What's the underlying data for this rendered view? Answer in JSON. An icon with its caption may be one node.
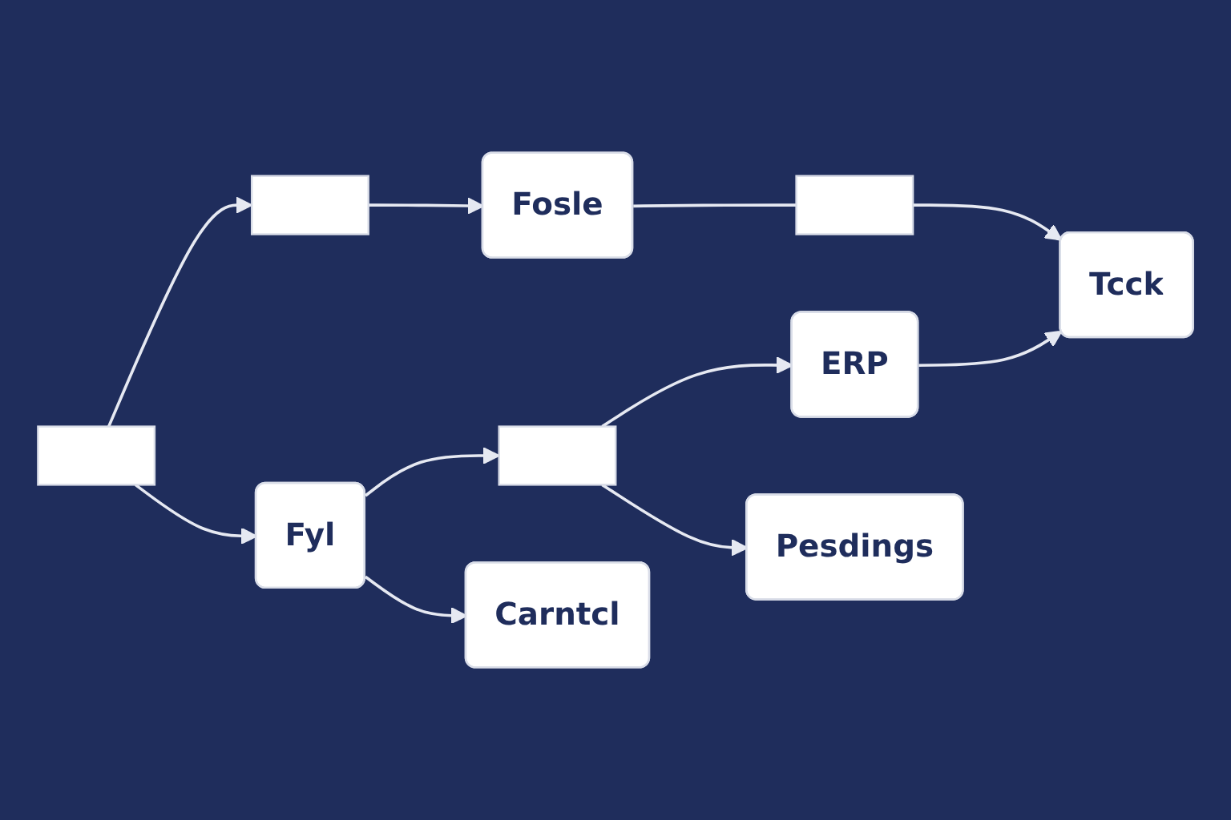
{
  "diagram": {
    "nodes": [
      {
        "text": [],
        "shape": "box"
      },
      {
        "text": [],
        "shape": "box"
      },
      {
        "text": [
          "Fosle"
        ]
      },
      {
        "text": [],
        "shape": "box"
      },
      {
        "text": [
          "Tcck"
        ]
      },
      {
        "text": [
          "Fyl"
        ]
      },
      {
        "text": [],
        "shape": "box"
      },
      {
        "text": [
          "ERP"
        ]
      },
      {
        "text": [
          "Carntcl"
        ]
      },
      {
        "text": [
          "Pesdings"
        ]
      }
    ],
    "edges": [
      {
        "from": 0,
        "to": 1,
        "arrow": "to"
      },
      {
        "from": 0,
        "to": 5,
        "arrow": "to"
      },
      {
        "from": 1,
        "to": 2,
        "arrow": "to"
      },
      {
        "from": 2,
        "to": 3,
        "arrow": "none"
      },
      {
        "from": 3,
        "to": 4,
        "arrow": "to"
      },
      {
        "from": 5,
        "to": 6,
        "arrow": "to"
      },
      {
        "from": 6,
        "to": 7,
        "arrow": "to"
      },
      {
        "from": 7,
        "to": 4,
        "arrow": "to"
      },
      {
        "from": 5,
        "to": 8,
        "arrow": "to"
      },
      {
        "from": 6,
        "to": 9,
        "arrow": "to"
      }
    ]
  }
}
